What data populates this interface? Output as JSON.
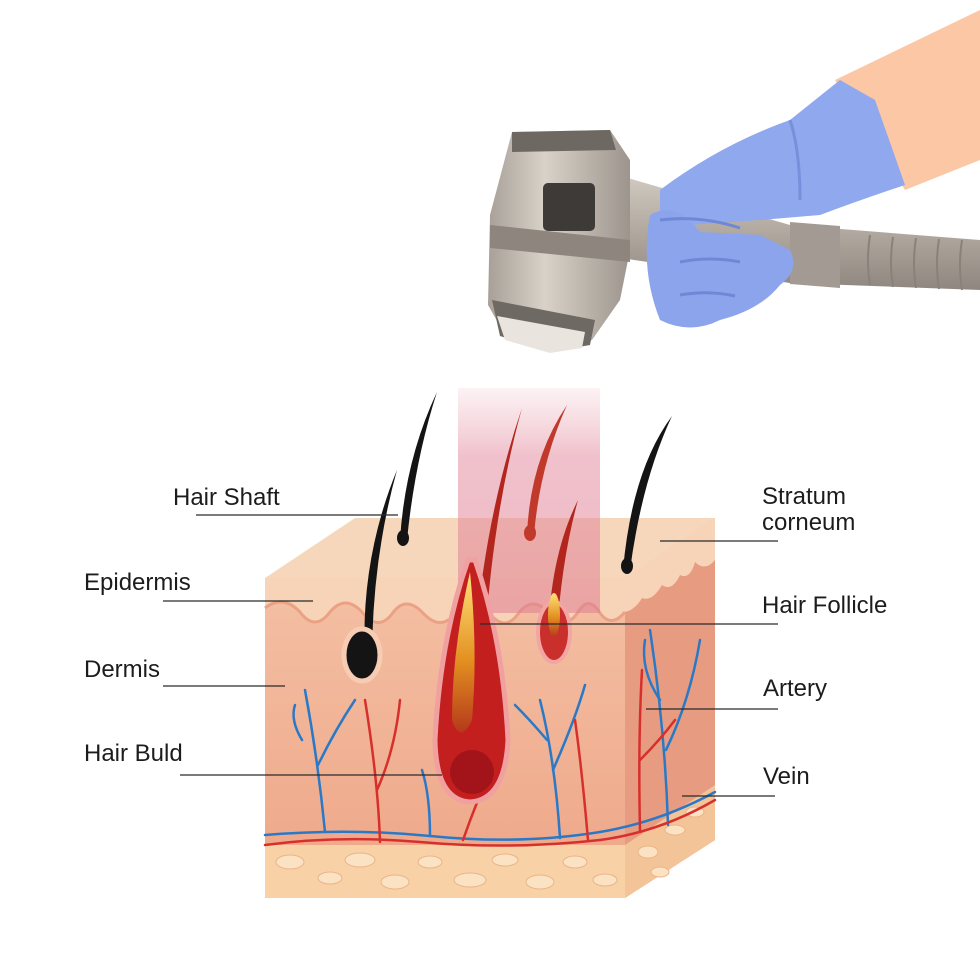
{
  "labels": {
    "hair_shaft": "Hair Shaft",
    "epidermis": "Epidermis",
    "dermis": "Dermis",
    "hair_buld": "Hair Buld",
    "stratum_line1": "Stratum",
    "stratum_line2": "corneum",
    "hair_follicle": "Hair Follicle",
    "artery": "Artery",
    "vein": "Vein"
  },
  "colors": {
    "background": "#ffffff",
    "skin_top": "#f7d7bb",
    "dermis_front": "#f1b194",
    "dermis_side": "#e79c82",
    "fat_layer": "#f8d2a6",
    "artery": "#d7302c",
    "vein": "#2a79c7",
    "glove": "#8fa8ee",
    "device": "#b8b0a6",
    "laser_beam": "#e8a0b0",
    "hair": "#141414"
  },
  "icons": {
    "device": "laser-hair-removal-handpiece-icon",
    "hand": "gloved-hand-icon"
  }
}
